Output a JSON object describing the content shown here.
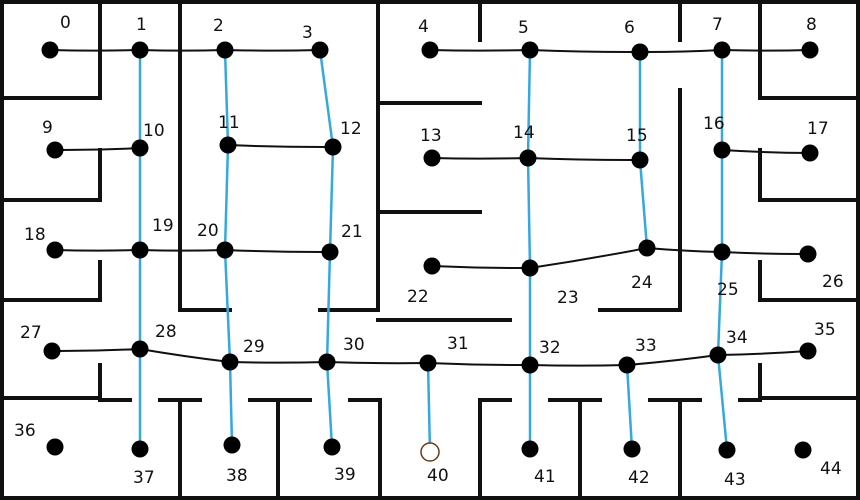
{
  "colors": {
    "wall": "#111111",
    "black_edge": "#111111",
    "blue_edge": "#33a9e0",
    "node_fill": "#000000",
    "hollow_node_stroke": "#6b3a14"
  },
  "nodes": [
    {
      "id": 0,
      "label": "0"
    },
    {
      "id": 1,
      "label": "1"
    },
    {
      "id": 2,
      "label": "2"
    },
    {
      "id": 3,
      "label": "3"
    },
    {
      "id": 4,
      "label": "4"
    },
    {
      "id": 5,
      "label": "5"
    },
    {
      "id": 6,
      "label": "6"
    },
    {
      "id": 7,
      "label": "7"
    },
    {
      "id": 8,
      "label": "8"
    },
    {
      "id": 9,
      "label": "9"
    },
    {
      "id": 10,
      "label": "10"
    },
    {
      "id": 11,
      "label": "11"
    },
    {
      "id": 12,
      "label": "12"
    },
    {
      "id": 13,
      "label": "13"
    },
    {
      "id": 14,
      "label": "14"
    },
    {
      "id": 15,
      "label": "15"
    },
    {
      "id": 16,
      "label": "16"
    },
    {
      "id": 17,
      "label": "17"
    },
    {
      "id": 18,
      "label": "18"
    },
    {
      "id": 19,
      "label": "19"
    },
    {
      "id": 20,
      "label": "20"
    },
    {
      "id": 21,
      "label": "21"
    },
    {
      "id": 22,
      "label": "22"
    },
    {
      "id": 23,
      "label": "23"
    },
    {
      "id": 24,
      "label": "24"
    },
    {
      "id": 25,
      "label": "25"
    },
    {
      "id": 26,
      "label": "26"
    },
    {
      "id": 27,
      "label": "27"
    },
    {
      "id": 28,
      "label": "28"
    },
    {
      "id": 29,
      "label": "29"
    },
    {
      "id": 30,
      "label": "30"
    },
    {
      "id": 31,
      "label": "31"
    },
    {
      "id": 32,
      "label": "32"
    },
    {
      "id": 33,
      "label": "33"
    },
    {
      "id": 34,
      "label": "34"
    },
    {
      "id": 35,
      "label": "35"
    },
    {
      "id": 36,
      "label": "36"
    },
    {
      "id": 37,
      "label": "37"
    },
    {
      "id": 38,
      "label": "38"
    },
    {
      "id": 39,
      "label": "39"
    },
    {
      "id": 40,
      "label": "40",
      "hollow": true
    },
    {
      "id": 41,
      "label": "41"
    },
    {
      "id": 42,
      "label": "42"
    },
    {
      "id": 43,
      "label": "43"
    },
    {
      "id": 44,
      "label": "44"
    }
  ],
  "black_edges": [
    [
      0,
      1
    ],
    [
      1,
      2
    ],
    [
      2,
      3
    ],
    [
      4,
      5
    ],
    [
      5,
      6
    ],
    [
      6,
      7
    ],
    [
      7,
      8
    ],
    [
      9,
      10
    ],
    [
      11,
      12
    ],
    [
      13,
      14
    ],
    [
      14,
      15
    ],
    [
      16,
      17
    ],
    [
      18,
      19
    ],
    [
      19,
      20
    ],
    [
      20,
      21
    ],
    [
      22,
      23
    ],
    [
      23,
      24
    ],
    [
      24,
      25
    ],
    [
      25,
      26
    ],
    [
      27,
      28
    ],
    [
      28,
      29
    ],
    [
      29,
      30
    ],
    [
      30,
      31
    ],
    [
      31,
      32
    ],
    [
      32,
      33
    ],
    [
      33,
      34
    ],
    [
      34,
      35
    ]
  ],
  "blue_edges": [
    [
      1,
      10
    ],
    [
      10,
      19
    ],
    [
      19,
      28
    ],
    [
      28,
      37
    ],
    [
      2,
      11
    ],
    [
      11,
      20
    ],
    [
      20,
      29
    ],
    [
      29,
      38
    ],
    [
      3,
      12
    ],
    [
      12,
      21
    ],
    [
      21,
      30
    ],
    [
      30,
      39
    ],
    [
      31,
      40
    ],
    [
      5,
      14
    ],
    [
      14,
      23
    ],
    [
      23,
      32
    ],
    [
      32,
      41
    ],
    [
      6,
      15
    ],
    [
      15,
      24
    ],
    [
      33,
      42
    ],
    [
      7,
      16
    ],
    [
      16,
      25
    ],
    [
      25,
      34
    ],
    [
      34,
      43
    ]
  ]
}
